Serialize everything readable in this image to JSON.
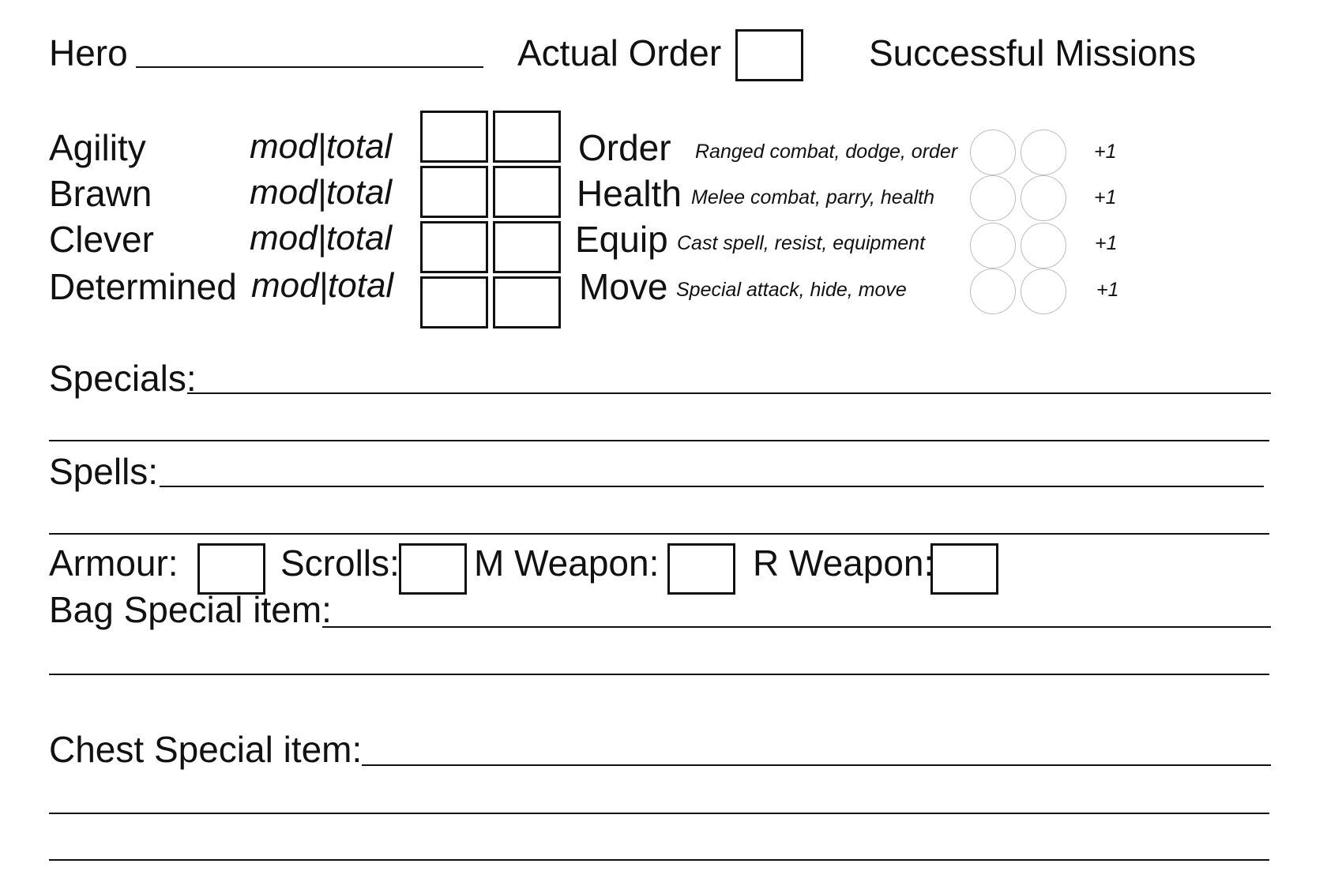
{
  "header": {
    "hero_label": "Hero",
    "actual_order_label": "Actual Order",
    "successful_missions_label": "Successful Missions"
  },
  "attributes": [
    {
      "name": "Agility",
      "mod_label": "mod",
      "total_label": "total"
    },
    {
      "name": "Brawn",
      "mod_label": "mod",
      "total_label": "total"
    },
    {
      "name": "Clever",
      "mod_label": "mod",
      "total_label": "total"
    },
    {
      "name": "Determined",
      "mod_label": "mod",
      "total_label": "total"
    }
  ],
  "stats": [
    {
      "name": "Order",
      "hint": "Ranged combat, dodge, order",
      "bonus": "+1"
    },
    {
      "name": "Health",
      "hint": "Melee combat, parry, health",
      "bonus": "+1"
    },
    {
      "name": "Equip",
      "hint": "Cast spell, resist, equipment",
      "bonus": "+1"
    },
    {
      "name": "Move",
      "hint": "Special attack, hide, move",
      "bonus": "+1"
    }
  ],
  "sections": {
    "specials_label": "Specials:",
    "spells_label": "Spells:",
    "armour_label": "Armour:",
    "scrolls_label": "Scrolls:",
    "m_weapon_label": "M Weapon:",
    "r_weapon_label": "R Weapon:",
    "bag_special_label": "Bag Special item:",
    "chest_special_label": "Chest Special item:"
  }
}
